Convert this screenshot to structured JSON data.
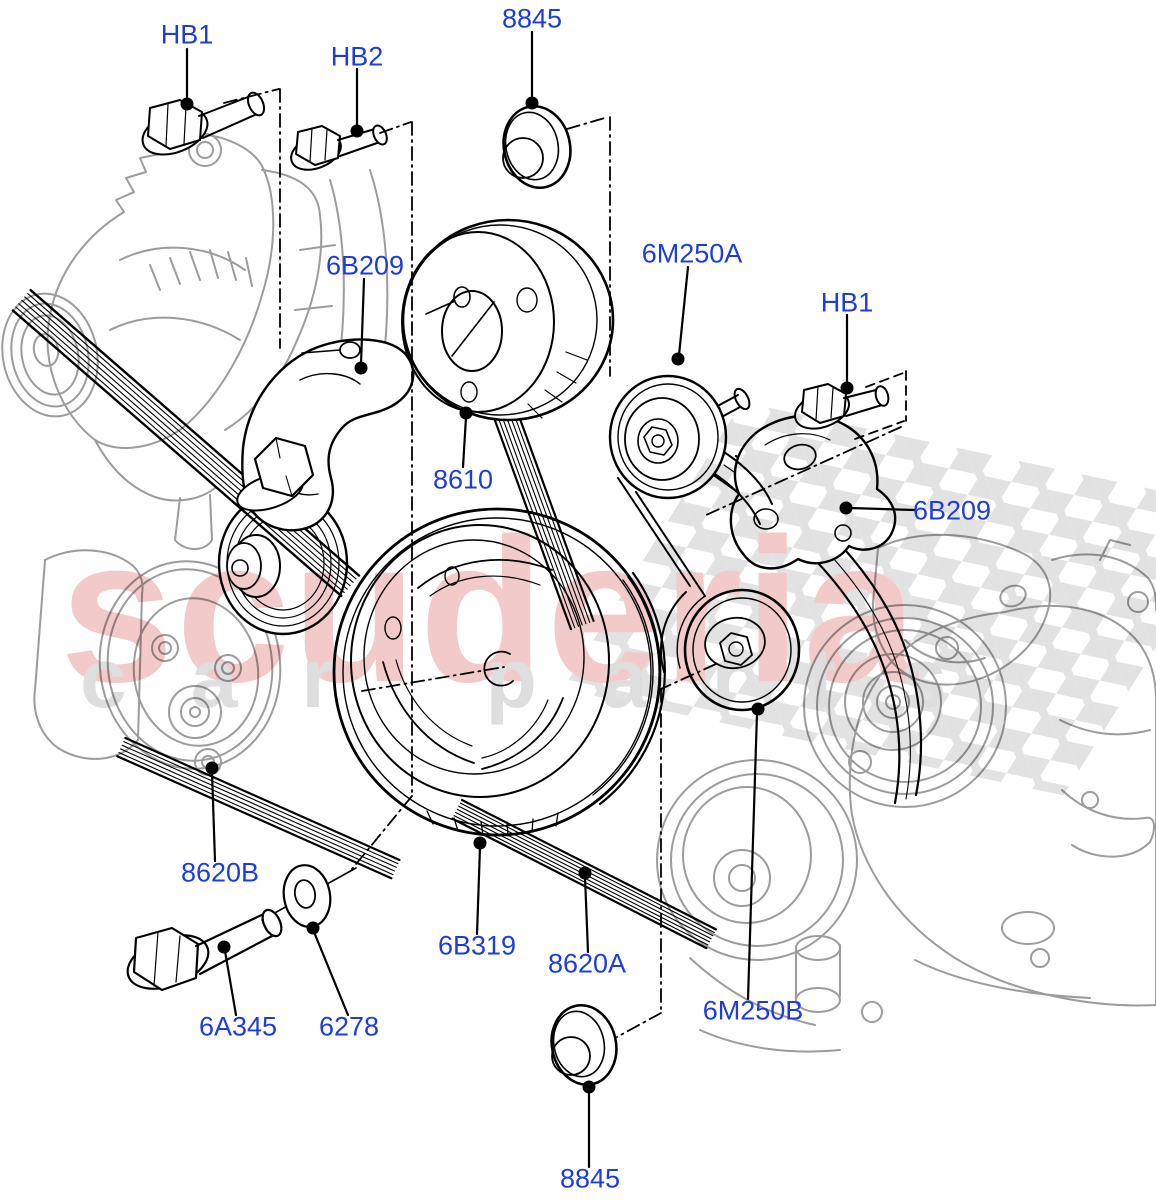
{
  "labels": [
    {
      "text": "HB1"
    },
    {
      "text": "HB2"
    },
    {
      "text": "8845"
    },
    {
      "text": "6B209"
    },
    {
      "text": "6M250A"
    },
    {
      "text": "HB1"
    },
    {
      "text": "8610"
    },
    {
      "text": "6B209"
    },
    {
      "text": "8620B"
    },
    {
      "text": "6B319"
    },
    {
      "text": "8620A"
    },
    {
      "text": "6M250B"
    },
    {
      "text": "6A345"
    },
    {
      "text": "6278"
    },
    {
      "text": "8845"
    }
  ],
  "watermark": {
    "line1": "scuderia",
    "line2": "car parts"
  },
  "colors": {
    "label_blue": "#1c3ce0",
    "line_black": "#000000",
    "line_gray": "#9c9c9c",
    "watermark_pink": "#f2caca",
    "watermark_gray": "#dedede",
    "checker_gray": "#e2e2e2",
    "background": "#ffffff"
  }
}
